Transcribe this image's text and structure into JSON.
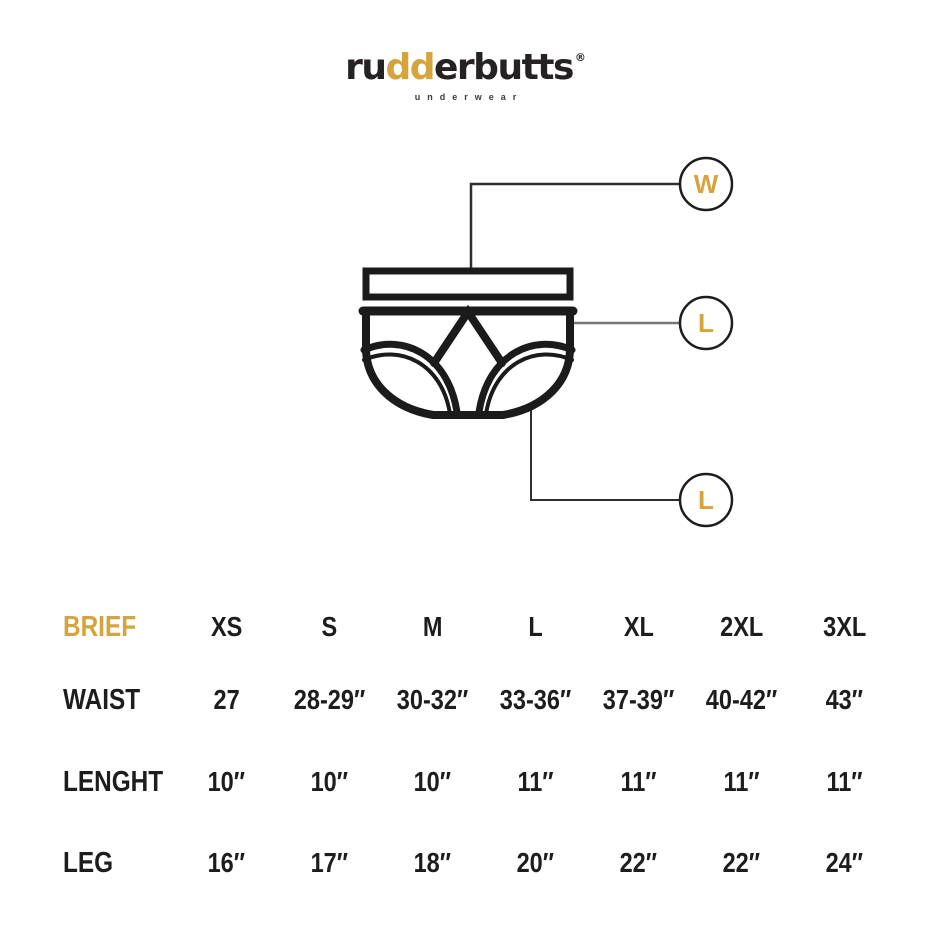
{
  "logo": {
    "part1": "ru",
    "accent": "dd",
    "part2": "erbutts",
    "registered": "®",
    "subtitle": "underwear"
  },
  "diagram": {
    "callouts": [
      {
        "label": "W",
        "meaning": "waist"
      },
      {
        "label": "L",
        "meaning": "length"
      },
      {
        "label": "L",
        "meaning": "leg"
      }
    ]
  },
  "colors": {
    "accent": "#d5a43c",
    "ink": "#1d1d1d",
    "callout_line_dark": "#2e2e2e",
    "callout_line_gray": "#777777"
  },
  "size_table": {
    "header": {
      "label": "BRIEF",
      "columns": [
        "XS",
        "S",
        "M",
        "L",
        "XL",
        "2XL",
        "3XL"
      ]
    },
    "rows": [
      {
        "label": "WAIST",
        "values": [
          "27",
          "28-29″",
          "30-32″",
          "33-36″",
          "37-39″",
          "40-42″",
          "43″"
        ]
      },
      {
        "label": "LENGHT",
        "values": [
          "10″",
          "10″",
          "10″",
          "11″",
          "11″",
          "11″",
          "11″"
        ]
      },
      {
        "label": "LEG",
        "values": [
          "16″",
          "17″",
          "18″",
          "20″",
          "22″",
          "22″",
          "24″"
        ]
      }
    ]
  }
}
